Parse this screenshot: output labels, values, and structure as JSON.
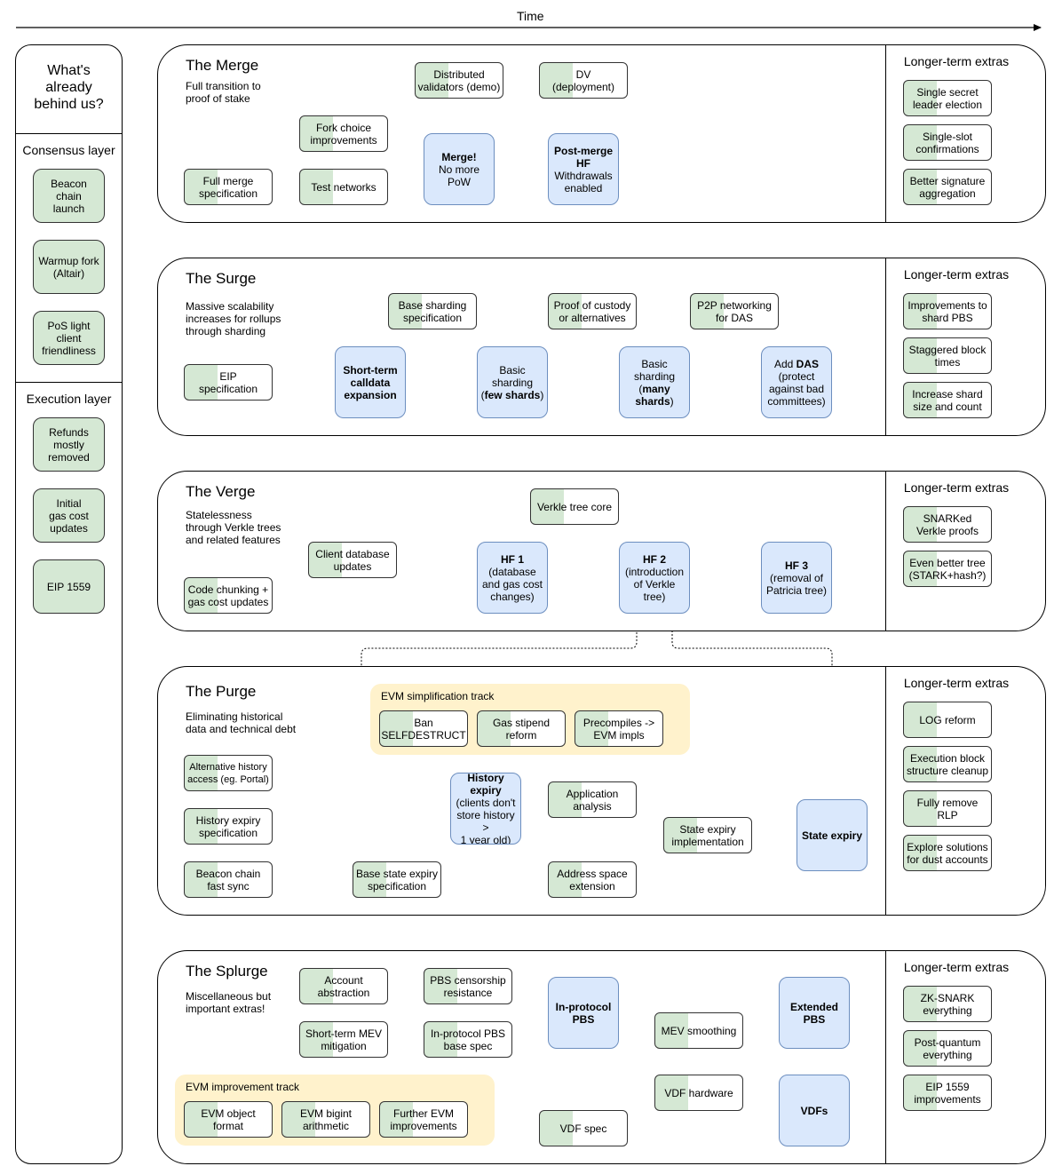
{
  "timeline": {
    "label": "Time"
  },
  "behind": {
    "title": "What's\nalready\nbehind us?",
    "consensus_label": "Consensus layer",
    "consensus_items": [
      "Beacon\nchain\nlaunch",
      "Warmup fork\n(Altair)",
      "PoS light\nclient\nfriendliness"
    ],
    "execution_label": "Execution layer",
    "execution_items": [
      "Refunds\nmostly\nremoved",
      "Initial\ngas cost\nupdates",
      "EIP 1559"
    ]
  },
  "extras_label": "Longer-term extras",
  "merge": {
    "title": "The Merge",
    "subtitle": "Full transition to\nproof of stake",
    "nodes": {
      "distributed_validators": "Distributed\nvalidators (demo)",
      "dv_deployment": "DV\n(deployment)",
      "fork_choice": "Fork choice\nimprovements",
      "full_merge_spec": "Full merge\nspecification",
      "test_networks": "Test networks",
      "merge_a": "Merge!",
      "merge_b": "No more\nPoW",
      "post_merge_a": "Post-merge\nHF",
      "post_merge_b": "Withdrawals\nenabled"
    },
    "extras": [
      "Single secret\nleader election",
      "Single-slot\nconfirmations",
      "Better signature\naggregation"
    ]
  },
  "surge": {
    "title": "The Surge",
    "subtitle": "Massive scalability\nincreases for rollups\nthrough sharding",
    "nodes": {
      "base_sharding_spec": "Base sharding\nspecification",
      "proof_of_custody": "Proof of custody\nor alternatives",
      "p2p_das": "P2P networking\nfor DAS",
      "eip_spec": "EIP\nspecification",
      "short_term_calldata": "Short-term\ncalldata\nexpansion",
      "basic_few_a": "Basic\nsharding\n(",
      "basic_few_b": "few shards",
      "basic_few_c": ")",
      "basic_many_a": "Basic\nsharding\n(",
      "basic_many_b": "many\nshards",
      "basic_many_c": ")",
      "add_das_a": "Add ",
      "add_das_b": "DAS",
      "add_das_c": "\n(protect\nagainst bad\ncommittees)"
    },
    "extras": [
      "Improvements to\nshard PBS",
      "Staggered block\ntimes",
      "Increase shard\nsize and count"
    ]
  },
  "verge": {
    "title": "The Verge",
    "subtitle": "Statelessness\nthrough Verkle trees\nand related features",
    "nodes": {
      "verkle_core": "Verkle tree core",
      "client_db": "Client database\nupdates",
      "code_chunking": "Code chunking +\ngas cost updates",
      "hf1_a": "HF 1",
      "hf1_b": "(database\nand gas cost\nchanges)",
      "hf2_a": "HF 2",
      "hf2_b": "(introduction\nof Verkle\ntree)",
      "hf3_a": "HF 3",
      "hf3_b": "(removal of\nPatricia tree)"
    },
    "extras": [
      "SNARKed\nVerkle proofs",
      "Even better tree\n(STARK+hash?)"
    ]
  },
  "purge": {
    "title": "The Purge",
    "subtitle": "Eliminating historical\ndata and technical debt",
    "track_label": "EVM simplification track",
    "track_items": [
      "Ban\nSELFDESTRUCT",
      "Gas stipend\nreform",
      "Precompiles ->\nEVM impls"
    ],
    "nodes": {
      "alt_history": "Alternative history\naccess (eg. Portal)",
      "history_expiry_spec": "History expiry\nspecification",
      "beacon_fast_sync": "Beacon chain\nfast sync",
      "history_expiry_a": "History\nexpiry",
      "history_expiry_b": "(clients don't\nstore history >\n1 year old)",
      "app_analysis": "Application\nanalysis",
      "state_expiry_impl": "State expiry\nimplementation",
      "base_state_expiry_spec": "Base state expiry\nspecification",
      "address_space": "Address space\nextension",
      "state_expiry": "State expiry"
    },
    "extras": [
      "LOG reform",
      "Execution block\nstructure cleanup",
      "Fully remove\nRLP",
      "Explore solutions\nfor dust accounts"
    ]
  },
  "splurge": {
    "title": "The Splurge",
    "subtitle": "Miscellaneous but\nimportant extras!",
    "track_label": "EVM improvement track",
    "track_items": [
      "EVM object\nformat",
      "EVM bigint\narithmetic",
      "Further EVM\nimprovements"
    ],
    "nodes": {
      "account_abstraction": "Account\nabstraction",
      "pbs_censorship": "PBS censorship\nresistance",
      "short_term_mev": "Short-term MEV\nmitigation",
      "in_protocol_pbs_spec": "In-protocol PBS\nbase spec",
      "in_protocol_pbs": "In-protocol\nPBS",
      "mev_smoothing": "MEV smoothing",
      "extended_pbs": "Extended\nPBS",
      "vdf_hardware": "VDF hardware",
      "vdf_spec": "VDF spec",
      "vdfs": "VDFs"
    },
    "extras": [
      "ZK-SNARK\neverything",
      "Post-quantum\neverything",
      "EIP 1559\nimprovements"
    ]
  },
  "colors": {
    "done_green": "#d5e8d4",
    "hf_blue": "#dae8fc",
    "track_yellow": "#fff2cc"
  }
}
